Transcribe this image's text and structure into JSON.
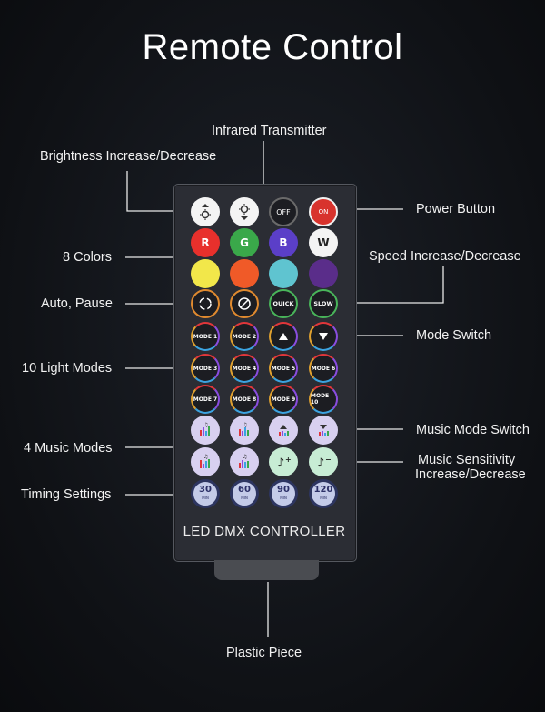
{
  "title": "Remote Control",
  "labels": {
    "infrared": "Infrared Transmitter",
    "brightness": "Brightness Increase/Decrease",
    "power": "Power Button",
    "colors": "8 Colors",
    "speed": "Speed Increase/Decrease",
    "auto_pause": "Auto, Pause",
    "mode_switch": "Mode Switch",
    "light_modes": "10 Light Modes",
    "music_mode_switch": "Music Mode Switch",
    "music_modes": "4 Music Modes",
    "sensitivity_line1": "Music Sensitivity",
    "sensitivity_line2": "Increase/Decrease",
    "timing": "Timing Settings",
    "plastic": "Plastic Piece"
  },
  "remote": {
    "controller_name": "LED DMX CONTROLLER",
    "power_off": "OFF",
    "power_on": "ON",
    "color_r": "R",
    "color_g": "G",
    "color_b": "B",
    "color_w": "W",
    "quick": "QUICK",
    "slow": "SLOW",
    "modes": [
      "MODE 1",
      "MODE 2",
      "MODE 3",
      "MODE 4",
      "MODE 5",
      "MODE 6",
      "MODE 7",
      "MODE 8",
      "MODE 9",
      "MODE 10"
    ],
    "timers": [
      "30",
      "60",
      "90",
      "120"
    ],
    "timer_unit": "MIN"
  },
  "colors": {
    "red": "#e8302c",
    "green": "#3aa84a",
    "blue": "#5b3fc8",
    "yellow": "#f2e74a",
    "orange": "#f05a28",
    "cyan": "#5fc4d0",
    "purple": "#5a2d8a",
    "power_red": "#d8332d"
  }
}
